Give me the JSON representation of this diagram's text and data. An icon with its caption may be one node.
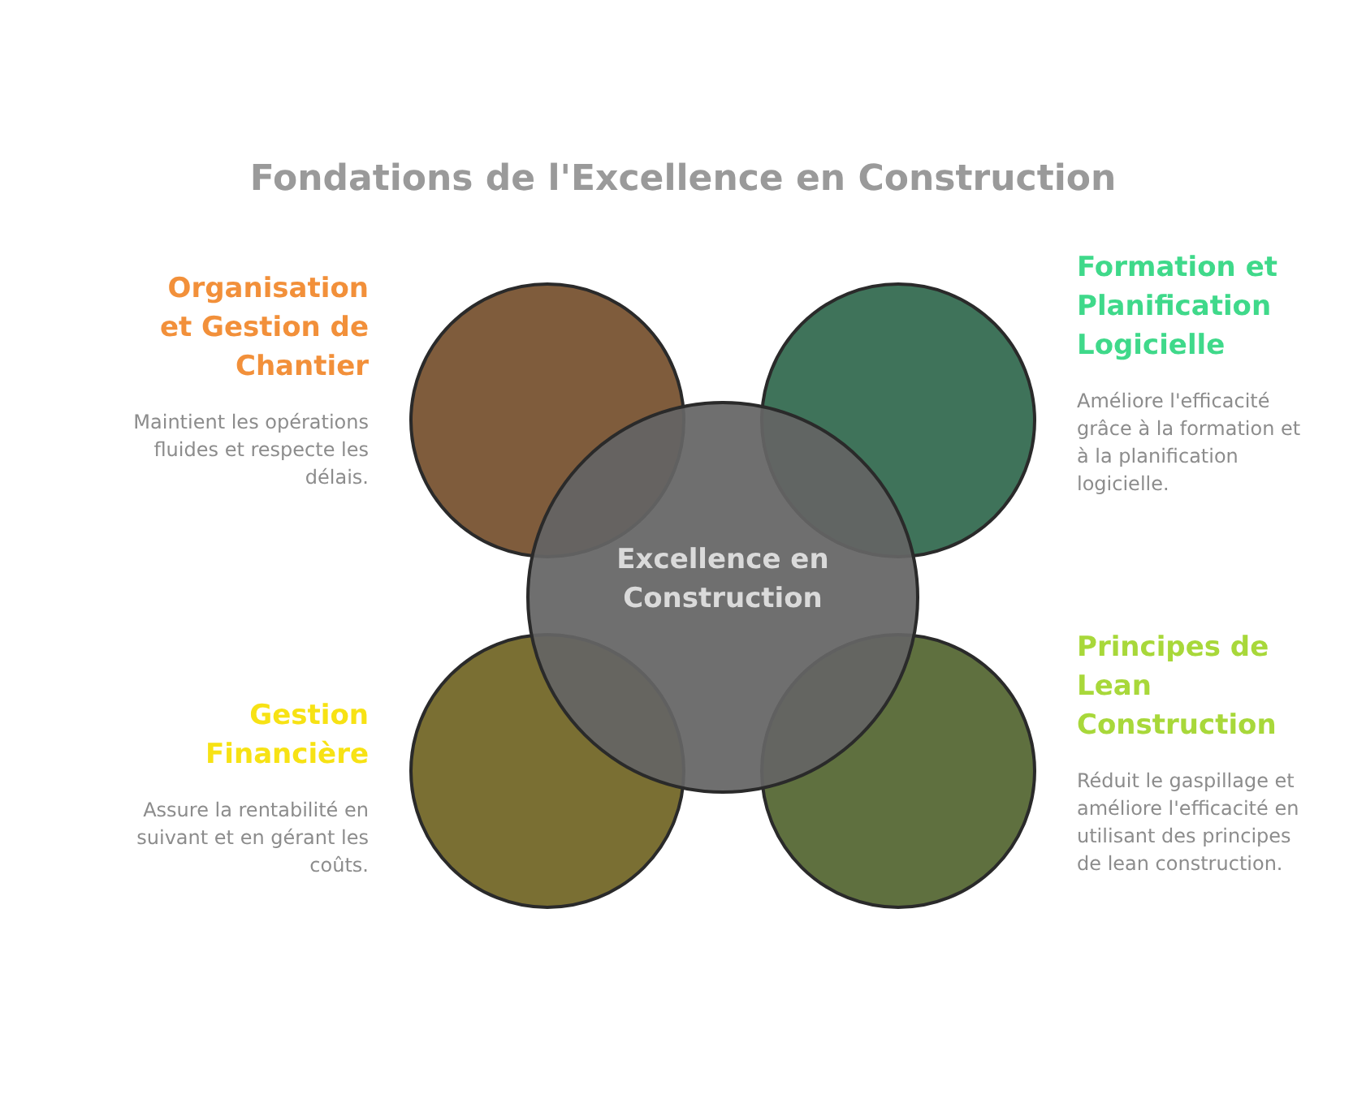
{
  "diagram": {
    "title": "Fondations de l'Excellence en Construction",
    "nodes": [
      {
        "text": [
          "Organisation et Gestion de Chantier",
          "Maintient les opérations fluides et respecte les délais."
        ]
      },
      {
        "text": [
          "Formation et Planification Logicielle",
          "Améliore l'efficacité grâce à la formation et à la planification logicielle."
        ]
      },
      {
        "text": [
          "Excellence en Construction"
        ]
      },
      {
        "text": [
          "Gestion Financière",
          "Assure la rentabilité en suivant et en gérant les coûts."
        ]
      },
      {
        "text": [
          "Principes de Lean Construction",
          "Réduit le gaspillage et améliore l'efficacité en utilisant des principes de lean construction."
        ]
      }
    ],
    "edges": []
  }
}
